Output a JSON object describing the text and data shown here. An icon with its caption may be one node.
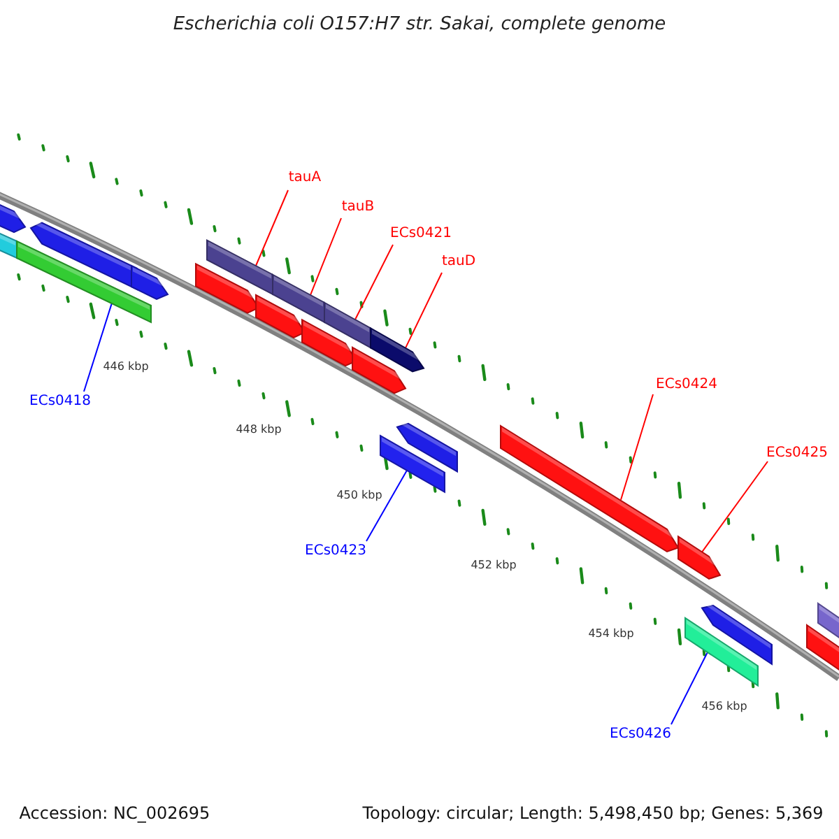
{
  "diagram": {
    "title": "Escherichia coli O157:H7 str. Sakai, complete genome",
    "nodes": [
      {
        "text": [
          "tauA"
        ]
      },
      {
        "text": [],
        "shape": "bar"
      },
      {
        "text": [
          "tauB"
        ]
      },
      {
        "text": [],
        "shape": "bar"
      },
      {
        "text": [
          "ECs0421"
        ]
      },
      {
        "text": [],
        "shape": "bar"
      },
      {
        "text": [
          "tauD"
        ]
      },
      {
        "text": [],
        "shape": "bar"
      },
      {
        "text": [
          "ECs0418"
        ]
      },
      {
        "text": [],
        "shape": "bar"
      },
      {
        "text": [
          "ECs0423"
        ]
      },
      {
        "text": [],
        "shape": "bar"
      },
      {
        "text": [
          "ECs0424"
        ]
      },
      {
        "text": [],
        "shape": "bar"
      },
      {
        "text": [
          "ECs0425"
        ]
      },
      {
        "text": [],
        "shape": "bar"
      },
      {
        "text": [
          "ECs0426"
        ]
      },
      {
        "text": [],
        "shape": "bar"
      }
    ],
    "edges": [
      {
        "from": 0,
        "to": 1,
        "arrow": "none"
      },
      {
        "from": 2,
        "to": 3,
        "arrow": "none"
      },
      {
        "from": 4,
        "to": 5,
        "arrow": "none"
      },
      {
        "from": 6,
        "to": 7,
        "arrow": "none"
      },
      {
        "from": 8,
        "to": 9,
        "arrow": "none",
        "color": "#0000ff"
      },
      {
        "from": 10,
        "to": 11,
        "arrow": "none",
        "color": "#0000ff"
      },
      {
        "from": 12,
        "to": 13,
        "arrow": "none"
      },
      {
        "from": 14,
        "to": 15,
        "arrow": "none"
      },
      {
        "from": 16,
        "to": 17,
        "arrow": "none",
        "color": "#0000ff"
      }
    ],
    "labels": [
      "446 kbp",
      "448 kbp",
      "450 kbp",
      "452 kbp",
      "454 kbp",
      "456 kbp",
      "Accession: NC_002695",
      "Topology: circular; Length: 5,498,450 bp; Genes: 5,369"
    ]
  }
}
